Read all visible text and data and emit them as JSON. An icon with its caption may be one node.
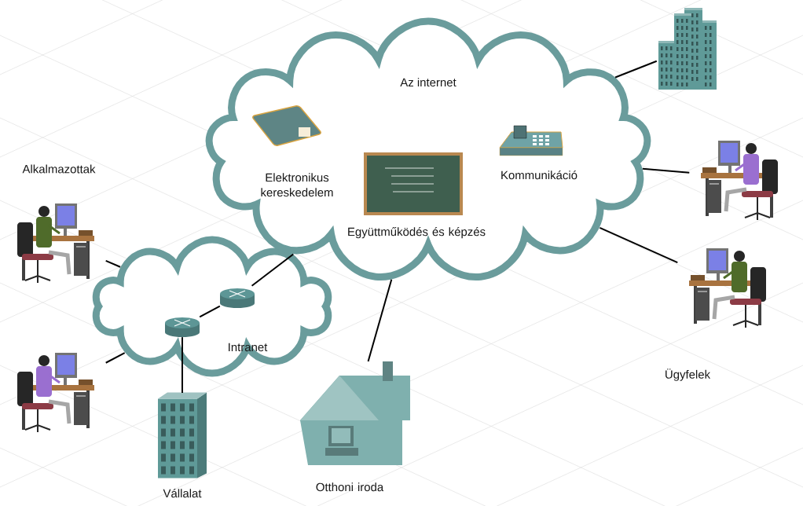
{
  "diagram": {
    "nodes": [
      {
        "text": [
          "Az internet"
        ]
      },
      {
        "text": [
          "Elektronikus kereskedelem"
        ],
        "in": 0
      },
      {
        "text": [
          "Együttműködés és képzés"
        ],
        "in": 0
      },
      {
        "text": [
          "Kommunikáció"
        ],
        "in": 0
      },
      {
        "text": [
          "Intranet"
        ]
      },
      {
        "text": [],
        "shape": "picture",
        "in": 4
      },
      {
        "text": [],
        "shape": "picture",
        "in": 4
      },
      {
        "text": [],
        "shape": "picture"
      },
      {
        "text": [],
        "shape": "picture"
      },
      {
        "text": [
          "Vállalat"
        ]
      },
      {
        "text": [
          "Otthoni iroda"
        ]
      },
      {
        "text": [],
        "shape": "picture"
      },
      {
        "text": [],
        "shape": "picture"
      },
      {
        "text": [],
        "shape": "picture"
      }
    ],
    "edges": [
      {
        "from": 7,
        "to": 4,
        "arrow": "none"
      },
      {
        "from": 8,
        "to": 4,
        "arrow": "none"
      },
      {
        "from": 5,
        "to": 6,
        "arrow": "none"
      },
      {
        "from": 6,
        "to": 0,
        "arrow": "none"
      },
      {
        "from": 5,
        "to": 9,
        "arrow": "none"
      },
      {
        "from": 0,
        "to": 10,
        "arrow": "none"
      },
      {
        "from": 0,
        "to": 11,
        "arrow": "none"
      },
      {
        "from": 0,
        "to": 12,
        "arrow": "none"
      },
      {
        "from": 0,
        "to": 13,
        "arrow": "none"
      }
    ],
    "labels": [
      "Alkalmazottak",
      "Ügyfelek"
    ]
  }
}
